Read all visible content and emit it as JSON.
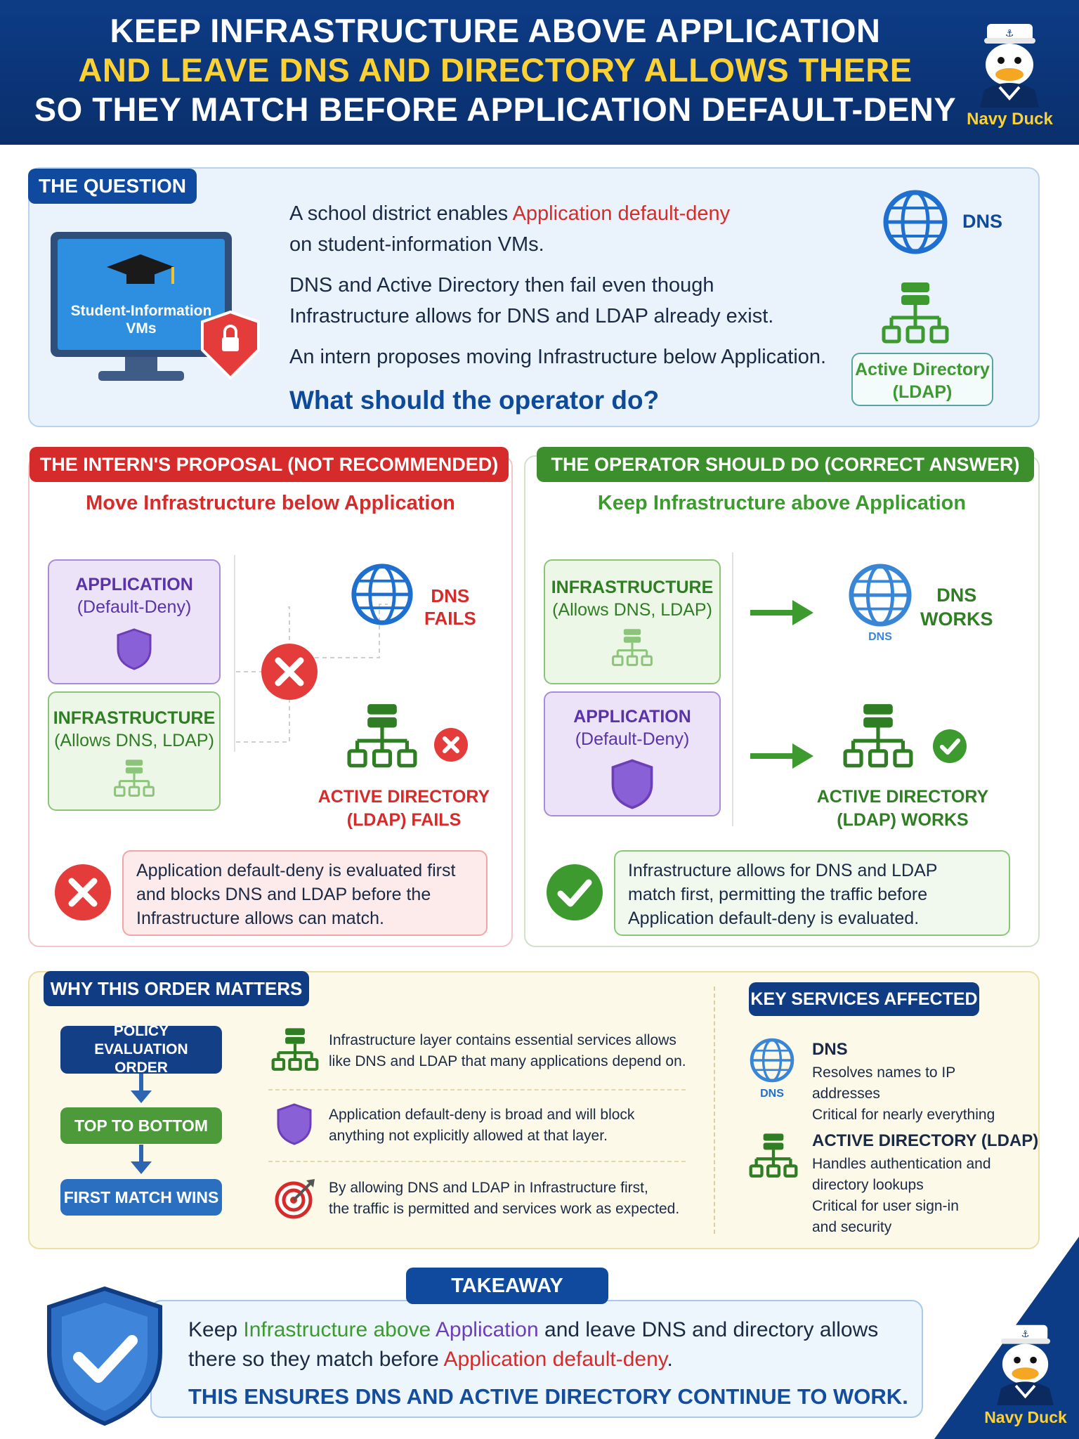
{
  "header": {
    "line1": "KEEP INFRASTRUCTURE ABOVE APPLICATION",
    "line2": "AND LEAVE DNS AND DIRECTORY ALLOWS THERE",
    "line3": "SO THEY MATCH BEFORE APPLICATION DEFAULT-DENY",
    "brand": "Navy Duck"
  },
  "question": {
    "tag": "THE QUESTION",
    "monitor_label": "Student-Information VMs",
    "p1a": "A school district enables ",
    "p1b": "Application default-deny",
    "p1c": "on student-information VMs.",
    "p2a": "DNS and Active Directory then fail even though",
    "p2b": "Infrastructure allows for DNS and LDAP already exist.",
    "p3": "An intern proposes moving Infrastructure below Application.",
    "ask": "What should the operator do?",
    "dns_label": "DNS",
    "ad_label1": "Active Directory",
    "ad_label2": "(LDAP)"
  },
  "wrong": {
    "tag": "THE INTERN'S PROPOSAL (NOT RECOMMENDED)",
    "subtitle": "Move Infrastructure below Application",
    "app_title": "APPLICATION",
    "app_sub": "(Default-Deny)",
    "infra_title": "INFRASTRUCTURE",
    "infra_sub": "(Allows DNS, LDAP)",
    "dns1": "DNS",
    "dns2": "FAILS",
    "ad1": "ACTIVE DIRECTORY",
    "ad2": "(LDAP) FAILS",
    "note1": "Application default-deny is evaluated first",
    "note2": "and blocks DNS and LDAP before the",
    "note3": "Infrastructure allows can match."
  },
  "right": {
    "tag": "THE OPERATOR SHOULD DO (CORRECT ANSWER)",
    "subtitle": "Keep Infrastructure above Application",
    "infra_title": "INFRASTRUCTURE",
    "infra_sub": "(Allows DNS, LDAP)",
    "app_title": "APPLICATION",
    "app_sub": "(Default-Deny)",
    "dns1": "DNS",
    "dns2": "WORKS",
    "dns_glyph": "DNS",
    "ad1": "ACTIVE DIRECTORY",
    "ad2": "(LDAP) WORKS",
    "note1": "Infrastructure allows for DNS and LDAP",
    "note2": "match first, permitting the traffic before",
    "note3": "Application default-deny is evaluated."
  },
  "why": {
    "tag": "WHY THIS ORDER MATTERS",
    "flow1": "POLICY EVALUATION ORDER",
    "flow2": "TOP TO BOTTOM",
    "flow3": "FIRST MATCH WINS",
    "r1a": "Infrastructure layer contains essential services allows",
    "r1b": "like DNS and LDAP that many applications depend on.",
    "r2a": "Application default-deny is broad and will block",
    "r2b": "anything not explicitly allowed at that layer.",
    "r3a": "By allowing DNS and LDAP in Infrastructure first,",
    "r3b": "the traffic is permitted and services work as expected."
  },
  "services": {
    "tag": "KEY SERVICES AFFECTED",
    "dns_title": "DNS",
    "dns_glyph": "DNS",
    "dns_l1": "Resolves names to IP addresses",
    "dns_l2": "Critical for nearly everything",
    "ad_title": "ACTIVE DIRECTORY (LDAP)",
    "ad_l1": "Handles authentication and",
    "ad_l2": "directory lookups",
    "ad_l3": "Critical for user sign-in",
    "ad_l4": "and security"
  },
  "takeaway": {
    "tag": "TAKEAWAY",
    "a": "Keep ",
    "b": "Infrastructure above",
    "c": " ",
    "d": "Application",
    "e": " and leave DNS and directory allows",
    "f": "there so they match before ",
    "g": "Application default-deny",
    "h": ".",
    "bottom": "THIS ENSURES DNS AND ACTIVE DIRECTORY CONTINUE TO WORK.",
    "brand": "Navy Duck"
  },
  "colors": {
    "navy": "#0d3c86",
    "yellow": "#fbd134",
    "red": "#d52b2b",
    "green": "#3c9a2f",
    "purple": "#6c3fb8"
  }
}
